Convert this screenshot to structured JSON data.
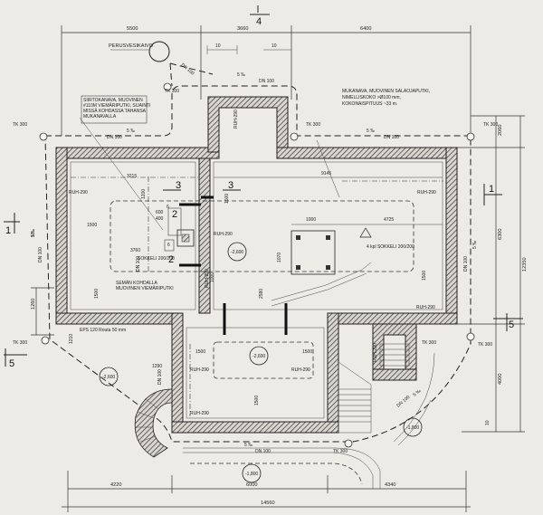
{
  "sheet": {
    "dims": {
      "top_5500": "5500",
      "top_3660": "3660",
      "top_6400": "6400",
      "top_10a": "10",
      "top_10b": "10",
      "right_2060": "2060",
      "right_6300": "6300",
      "right_12350": "12350",
      "right_4000": "4000",
      "left_1260": "1260",
      "bottom_4220": "4220",
      "bottom_6000": "6000",
      "bottom_4340": "4340",
      "bottom_14560": "14560",
      "right_10": "10",
      "left_10": "10"
    },
    "section_marks": {
      "top": "4",
      "left": "1",
      "left_lower": "5",
      "right": "1",
      "right_lower": "5",
      "interior_a": "3",
      "interior_b": "3",
      "interior_c": "2",
      "interior_d": "2",
      "interior_e": "6",
      "interior_f": "6"
    },
    "notes": {
      "perusvesikaivo": "PERUSVESIKAIVO",
      "siirtokanava_1": "SIIRTOKANAVA, MUOVINEN",
      "siirtokanava_2": "#110M VIEMÄRIPUTKI, SIJAINTI",
      "siirtokanava_3": "MISSÄ KOHDASSA TAHANSA",
      "siirtokanava_4": "MUKANAVALLA",
      "mukanava_1": "MUKANAVA, MUOVINEN SALAOJAPUTKI,",
      "mukanava_2": "NIMELLISKOKO >Ø100 mm,",
      "mukanava_3": "KOKONAISPITUUS ~33 m.",
      "semen_1": "SEMÄN KOHDALLA",
      "semen_2": "MUOVINEN VIEMÄRIPUTKI",
      "sokkeli_1": "4 kpl SOKKELI 200/200",
      "sokkeli_2": "SOKKELI 200/200",
      "eps": "EPS 120 Routa 50 mm"
    },
    "labels": {
      "tk300_a": "TK 300",
      "tk300_b": "TK 300",
      "tk300_c": "TK 300",
      "tk300_d": "TK 300",
      "tk300_e": "TK 300",
      "tk300_f": "TK 300",
      "tk300_g": "TK 300",
      "tk300_h": "TK 300",
      "dn100_a": "DN 100",
      "dn100_b": "DN 100",
      "dn100_c": "DN 100",
      "dn100_d": "DN 100",
      "dn100_e": "DN 100",
      "dn100_f": "DN 100",
      "dn100_g": "DN 100",
      "dn100_h": "DN 100",
      "dn100_i": "DN 100",
      "dn100_j": "DN 100",
      "slope_a": "5 ‰",
      "slope_b": "5 ‰",
      "slope_c": "5 ‰",
      "slope_d": "5 ‰",
      "slope_e": "5 ‰",
      "slope_f": "5 ‰",
      "slope_g": "5 ‰",
      "ruh_a": "RUH-290",
      "ruh_b": "RUH-290",
      "ruh_c": "RUH-290",
      "ruh_d": "RUH-290",
      "ruh_e": "RUH-290",
      "ruh_f": "RUH-290",
      "ruh_g": "RUH-290",
      "ruh_h": "RUH-290",
      "ruh_i": "RUH-290",
      "ruh_j": "RUH-290"
    },
    "levels": {
      "lvl_main": "-2,600",
      "lvl_lower": "-2,600",
      "lvl_left": "-2,600",
      "lvl_right": "-1,800",
      "lvl_bottom": "-1,800"
    },
    "inner_dims": {
      "d3215": "3215",
      "d9145": "9145",
      "d4725": "4725",
      "d1000": "1000",
      "d1500a": "1500",
      "d1500b": "1500",
      "d1500c": "1500",
      "d1500d": "1500",
      "d1500e": "1500",
      "d1500f": "1500",
      "d1500g": "1500",
      "d3760": "3760",
      "d600": "600",
      "d400": "400",
      "d1070": "1070",
      "d2580": "2580",
      "d1000b": "1000",
      "d1290": "1290",
      "d1200": "1200",
      "d1210": "1210"
    }
  }
}
